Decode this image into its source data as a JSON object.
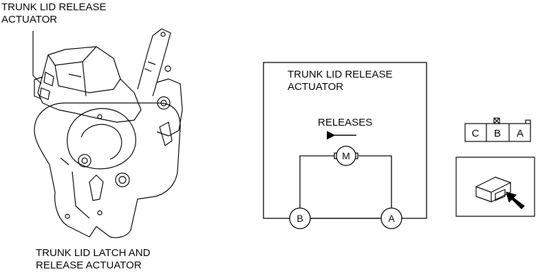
{
  "illustration": {
    "top_label": [
      "TRUNK LID RELEASE",
      "ACTUATOR"
    ],
    "bottom_label": [
      "TRUNK LID LATCH AND",
      "RELEASE ACTUATOR"
    ]
  },
  "circuit": {
    "box_title": [
      "TRUNK LID RELEASE",
      "ACTUATOR"
    ],
    "motor_label": "RELEASES",
    "motor_symbol": "M",
    "terminal_left": "B",
    "terminal_right": "A"
  },
  "connector": {
    "pins": [
      "C",
      "B",
      "A"
    ]
  },
  "colors": {
    "line": "#000000",
    "background": "#ffffff"
  }
}
